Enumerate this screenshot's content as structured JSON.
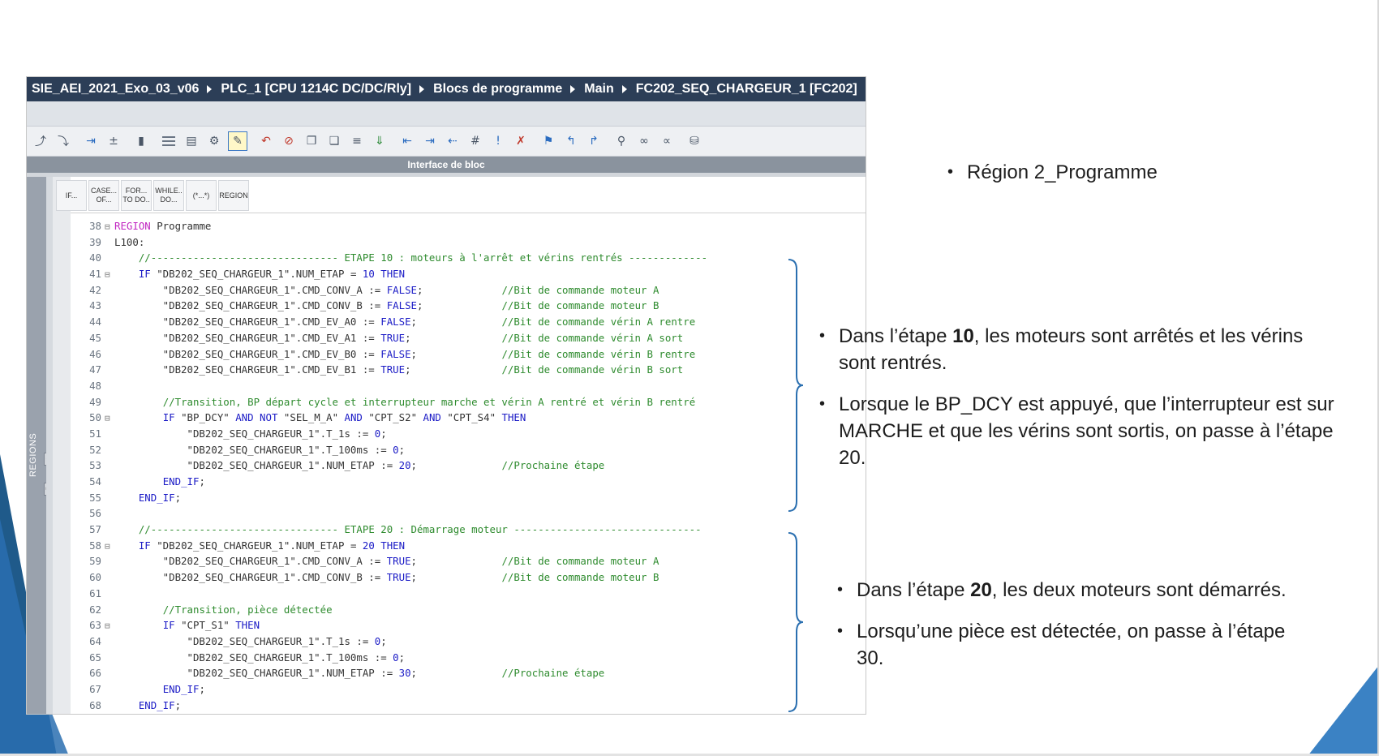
{
  "breadcrumb": [
    "SIE_AEI_2021_Exo_03_v06",
    "PLC_1 [CPU 1214C DC/DC/Rly]",
    "Blocs de programme",
    "Main",
    "FC202_SEQ_CHARGEUR_1 [FC202]"
  ],
  "interface_bar": "Interface de bloc",
  "regions_label": "REGIONS",
  "snippets": [
    {
      "l1": "IF...",
      "l2": ""
    },
    {
      "l1": "CASE...",
      "l2": "OF..."
    },
    {
      "l1": "FOR...",
      "l2": "TO DO.."
    },
    {
      "l1": "WHILE..",
      "l2": "DO..."
    },
    {
      "l1": "(*...*)",
      "l2": ""
    },
    {
      "l1": "REGION",
      "l2": ""
    }
  ],
  "slide": {
    "title_bullet": "Région 2_Programme",
    "group1": {
      "b1_pre": "Dans l’étape ",
      "b1_bold": "10",
      "b1_post": ", les moteurs sont arrêtés et les vérins sont rentrés.",
      "b2": "Lorsque le BP_DCY est appuyé, que l’interrupteur est sur MARCHE et que les vérins sont sortis, on passe à l’étape 20."
    },
    "group2": {
      "b1_pre": "Dans l’étape ",
      "b1_bold": "20",
      "b1_post": ", les deux moteurs sont démarrés.",
      "b2": "Lorsqu’une pièce est détectée, on passe à l’étape 30."
    }
  },
  "code_lines": [
    {
      "n": "38",
      "fold": "⊟",
      "segs": [
        [
          "rg",
          "REGION"
        ],
        [
          "st",
          " Programme"
        ]
      ]
    },
    {
      "n": "39",
      "fold": "",
      "segs": [
        [
          "st",
          "L100:"
        ]
      ]
    },
    {
      "n": "40",
      "fold": "",
      "segs": [
        [
          "st",
          "    "
        ],
        [
          "cm",
          "//------------------------------- ETAPE 10 : moteurs à l'arrêt et vérins rentrés -------------"
        ]
      ]
    },
    {
      "n": "41",
      "fold": "⊟",
      "segs": [
        [
          "st",
          "    "
        ],
        [
          "kw",
          "IF"
        ],
        [
          "st",
          " \"DB202_SEQ_CHARGEUR_1\".NUM_ETAP = "
        ],
        [
          "kw",
          "10"
        ],
        [
          "st",
          " "
        ],
        [
          "kw",
          "THEN"
        ]
      ]
    },
    {
      "n": "42",
      "fold": "",
      "segs": [
        [
          "st",
          "        \"DB202_SEQ_CHARGEUR_1\".CMD_CONV_A := "
        ],
        [
          "kw",
          "FALSE"
        ],
        [
          "st",
          ";             "
        ],
        [
          "cm",
          "//Bit de commande moteur A"
        ]
      ]
    },
    {
      "n": "43",
      "fold": "",
      "segs": [
        [
          "st",
          "        \"DB202_SEQ_CHARGEUR_1\".CMD_CONV_B := "
        ],
        [
          "kw",
          "FALSE"
        ],
        [
          "st",
          ";             "
        ],
        [
          "cm",
          "//Bit de commande moteur B"
        ]
      ]
    },
    {
      "n": "44",
      "fold": "",
      "segs": [
        [
          "st",
          "        \"DB202_SEQ_CHARGEUR_1\".CMD_EV_A0 := "
        ],
        [
          "kw",
          "FALSE"
        ],
        [
          "st",
          ";              "
        ],
        [
          "cm",
          "//Bit de commande vérin A rentre"
        ]
      ]
    },
    {
      "n": "45",
      "fold": "",
      "segs": [
        [
          "st",
          "        \"DB202_SEQ_CHARGEUR_1\".CMD_EV_A1 := "
        ],
        [
          "kw",
          "TRUE"
        ],
        [
          "st",
          ";               "
        ],
        [
          "cm",
          "//Bit de commande vérin A sort"
        ]
      ]
    },
    {
      "n": "46",
      "fold": "",
      "segs": [
        [
          "st",
          "        \"DB202_SEQ_CHARGEUR_1\".CMD_EV_B0 := "
        ],
        [
          "kw",
          "FALSE"
        ],
        [
          "st",
          ";              "
        ],
        [
          "cm",
          "//Bit de commande vérin B rentre"
        ]
      ]
    },
    {
      "n": "47",
      "fold": "",
      "segs": [
        [
          "st",
          "        \"DB202_SEQ_CHARGEUR_1\".CMD_EV_B1 := "
        ],
        [
          "kw",
          "TRUE"
        ],
        [
          "st",
          ";               "
        ],
        [
          "cm",
          "//Bit de commande vérin B sort"
        ]
      ]
    },
    {
      "n": "48",
      "fold": "",
      "segs": [
        [
          "st",
          ""
        ]
      ]
    },
    {
      "n": "49",
      "fold": "",
      "segs": [
        [
          "st",
          "        "
        ],
        [
          "cm",
          "//Transition, BP départ cycle et interrupteur marche et vérin A rentré et vérin B rentré"
        ]
      ]
    },
    {
      "n": "50",
      "fold": "⊟",
      "segs": [
        [
          "st",
          "        "
        ],
        [
          "kw",
          "IF"
        ],
        [
          "st",
          " \"BP_DCY\" "
        ],
        [
          "kw",
          "AND NOT"
        ],
        [
          "st",
          " \"SEL_M_A\" "
        ],
        [
          "kw",
          "AND"
        ],
        [
          "st",
          " \"CPT_S2\" "
        ],
        [
          "kw",
          "AND"
        ],
        [
          "st",
          " \"CPT_S4\" "
        ],
        [
          "kw",
          "THEN"
        ]
      ]
    },
    {
      "n": "51",
      "fold": "",
      "segs": [
        [
          "st",
          "            \"DB202_SEQ_CHARGEUR_1\".T_1s := "
        ],
        [
          "kw",
          "0"
        ],
        [
          "st",
          ";"
        ]
      ]
    },
    {
      "n": "52",
      "fold": "",
      "segs": [
        [
          "st",
          "            \"DB202_SEQ_CHARGEUR_1\".T_100ms := "
        ],
        [
          "kw",
          "0"
        ],
        [
          "st",
          ";"
        ]
      ]
    },
    {
      "n": "53",
      "fold": "",
      "segs": [
        [
          "st",
          "            \"DB202_SEQ_CHARGEUR_1\".NUM_ETAP := "
        ],
        [
          "kw",
          "20"
        ],
        [
          "st",
          ";              "
        ],
        [
          "cm",
          "//Prochaine étape"
        ]
      ]
    },
    {
      "n": "54",
      "fold": "",
      "segs": [
        [
          "st",
          "        "
        ],
        [
          "kw",
          "END_IF"
        ],
        [
          "st",
          ";"
        ]
      ]
    },
    {
      "n": "55",
      "fold": "",
      "segs": [
        [
          "st",
          "    "
        ],
        [
          "kw",
          "END_IF"
        ],
        [
          "st",
          ";"
        ]
      ]
    },
    {
      "n": "56",
      "fold": "",
      "segs": [
        [
          "st",
          ""
        ]
      ]
    },
    {
      "n": "57",
      "fold": "",
      "segs": [
        [
          "st",
          "    "
        ],
        [
          "cm",
          "//------------------------------- ETAPE 20 : Démarrage moteur -------------------------------"
        ]
      ]
    },
    {
      "n": "58",
      "fold": "⊟",
      "segs": [
        [
          "st",
          "    "
        ],
        [
          "kw",
          "IF"
        ],
        [
          "st",
          " \"DB202_SEQ_CHARGEUR_1\".NUM_ETAP = "
        ],
        [
          "kw",
          "20"
        ],
        [
          "st",
          " "
        ],
        [
          "kw",
          "THEN"
        ]
      ]
    },
    {
      "n": "59",
      "fold": "",
      "segs": [
        [
          "st",
          "        \"DB202_SEQ_CHARGEUR_1\".CMD_CONV_A := "
        ],
        [
          "kw",
          "TRUE"
        ],
        [
          "st",
          ";              "
        ],
        [
          "cm",
          "//Bit de commande moteur A"
        ]
      ]
    },
    {
      "n": "60",
      "fold": "",
      "segs": [
        [
          "st",
          "        \"DB202_SEQ_CHARGEUR_1\".CMD_CONV_B := "
        ],
        [
          "kw",
          "TRUE"
        ],
        [
          "st",
          ";              "
        ],
        [
          "cm",
          "//Bit de commande moteur B"
        ]
      ]
    },
    {
      "n": "61",
      "fold": "",
      "segs": [
        [
          "st",
          ""
        ]
      ]
    },
    {
      "n": "62",
      "fold": "",
      "segs": [
        [
          "st",
          "        "
        ],
        [
          "cm",
          "//Transition, pièce détectée"
        ]
      ]
    },
    {
      "n": "63",
      "fold": "⊟",
      "segs": [
        [
          "st",
          "        "
        ],
        [
          "kw",
          "IF"
        ],
        [
          "st",
          " \"CPT_S1\" "
        ],
        [
          "kw",
          "THEN"
        ]
      ]
    },
    {
      "n": "64",
      "fold": "",
      "segs": [
        [
          "st",
          "            \"DB202_SEQ_CHARGEUR_1\".T_1s := "
        ],
        [
          "kw",
          "0"
        ],
        [
          "st",
          ";"
        ]
      ]
    },
    {
      "n": "65",
      "fold": "",
      "segs": [
        [
          "st",
          "            \"DB202_SEQ_CHARGEUR_1\".T_100ms := "
        ],
        [
          "kw",
          "0"
        ],
        [
          "st",
          ";"
        ]
      ]
    },
    {
      "n": "66",
      "fold": "",
      "segs": [
        [
          "st",
          "            \"DB202_SEQ_CHARGEUR_1\".NUM_ETAP := "
        ],
        [
          "kw",
          "30"
        ],
        [
          "st",
          ";              "
        ],
        [
          "cm",
          "//Prochaine étape"
        ]
      ]
    },
    {
      "n": "67",
      "fold": "",
      "segs": [
        [
          "st",
          "        "
        ],
        [
          "kw",
          "END_IF"
        ],
        [
          "st",
          ";"
        ]
      ]
    },
    {
      "n": "68",
      "fold": "",
      "segs": [
        [
          "st",
          "    "
        ],
        [
          "kw",
          "END_IF"
        ],
        [
          "st",
          ";"
        ]
      ]
    }
  ],
  "colors": {
    "accent_blue": "#2a6fb0",
    "breadcrumb_bg": "#2c3e57",
    "keyword": "#1b1bc6",
    "comment": "#2e8b2e",
    "region": "#c125c1"
  }
}
